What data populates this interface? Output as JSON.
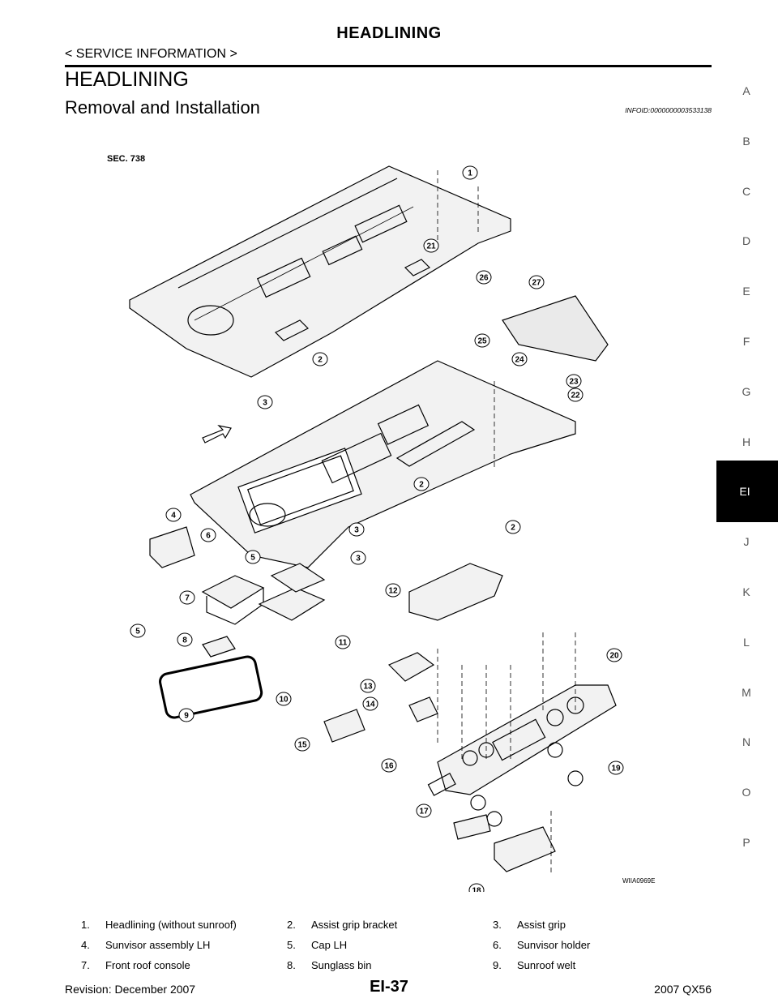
{
  "header": {
    "title": "HEADLINING",
    "breadcrumb": "< SERVICE INFORMATION >"
  },
  "section": {
    "title": "HEADLINING",
    "subtitle": "Removal and Installation",
    "info_id": "INFOID:0000000003533138"
  },
  "side_index": {
    "letters": [
      "A",
      "B",
      "C",
      "D",
      "E",
      "F",
      "G",
      "H",
      "EI",
      "J",
      "K",
      "L",
      "M",
      "N",
      "O",
      "P"
    ],
    "active": "EI"
  },
  "figure": {
    "section_label": "SEC. 738",
    "figure_code": "WIIA0969E",
    "callouts": [
      "1",
      "21",
      "26",
      "27",
      "25",
      "24",
      "23",
      "22",
      "2",
      "3",
      "4",
      "6",
      "5",
      "2",
      "3",
      "2",
      "3",
      "12",
      "7",
      "5",
      "8",
      "11",
      "10",
      "9",
      "13",
      "14",
      "15",
      "16",
      "17",
      "18",
      "19",
      "20"
    ]
  },
  "legend": [
    [
      "1.",
      "Headlining (without sunroof)"
    ],
    [
      "2.",
      "Assist grip bracket"
    ],
    [
      "3.",
      "Assist grip"
    ],
    [
      "4.",
      "Sunvisor assembly LH"
    ],
    [
      "5.",
      "Cap LH"
    ],
    [
      "6.",
      "Sunvisor holder"
    ],
    [
      "7.",
      "Front roof console"
    ],
    [
      "8.",
      "Sunglass bin"
    ],
    [
      "9.",
      "Sunroof welt"
    ]
  ],
  "footer": {
    "revision": "Revision: December 2007",
    "page_number": "EI-37",
    "model": "2007 QX56"
  }
}
